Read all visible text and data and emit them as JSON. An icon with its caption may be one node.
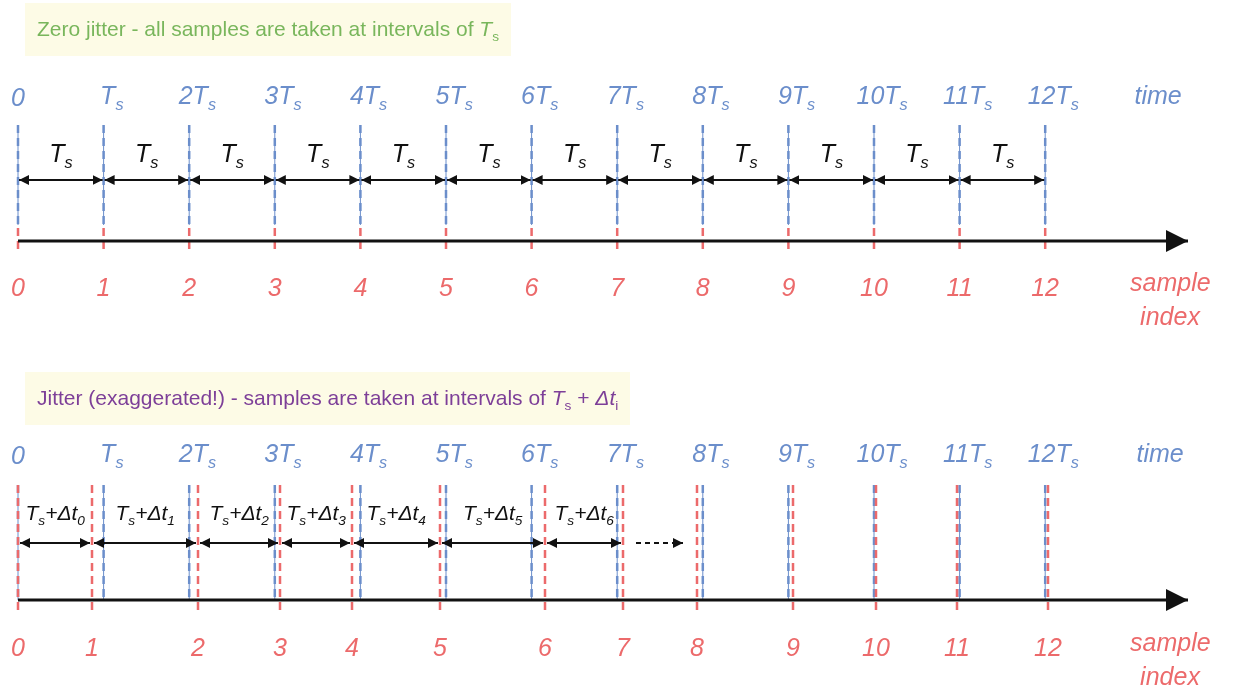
{
  "diagram": {
    "labels": [
      "Zero jitter - all samples are taken at intervals of *T*$_{s}$",
      "0",
      "T$_{s}$",
      "2T$_{s}$",
      "3T$_{s}$",
      "4T$_{s}$",
      "5T$_{s}$",
      "6T$_{s}$",
      "7T$_{s}$",
      "8T$_{s}$",
      "9T$_{s}$",
      "10T$_{s}$",
      "11T$_{s}$",
      "12T$_{s}$",
      "time",
      "T$_{s}$",
      "T$_{s}$",
      "T$_{s}$",
      "T$_{s}$",
      "T$_{s}$",
      "T$_{s}$",
      "T$_{s}$",
      "T$_{s}$",
      "T$_{s}$",
      "T$_{s}$",
      "T$_{s}$",
      "T$_{s}$",
      "0",
      "1",
      "2",
      "3",
      "4",
      "5",
      "6",
      "7",
      "8",
      "9",
      "10",
      "11",
      "12",
      "sample index",
      "Jitter (exaggerated!) - samples are taken at intervals of *T*$_{s}$ + *Δt*$_{i}$",
      "0",
      "T$_{s}$",
      "2T$_{s}$",
      "3T$_{s}$",
      "4T$_{s}$",
      "5T$_{s}$",
      "6T$_{s}$",
      "7T$_{s}$",
      "8T$_{s}$",
      "9T$_{s}$",
      "10T$_{s}$",
      "11T$_{s}$",
      "12T$_{s}$",
      "time",
      "T$_{s}$+Δt$_{0}$",
      "T$_{s}$+Δt$_{1}$",
      "T$_{s}$+Δt$_{2}$",
      "T$_{s}$+Δt$_{3}$",
      "T$_{s}$+Δt$_{4}$",
      "T$_{s}$+Δt$_{5}$",
      "T$_{s}$+Δt$_{6}$",
      "0",
      "1",
      "2",
      "3",
      "4",
      "5",
      "6",
      "7",
      "8",
      "9",
      "10",
      "11",
      "12",
      "sample index"
    ]
  }
}
